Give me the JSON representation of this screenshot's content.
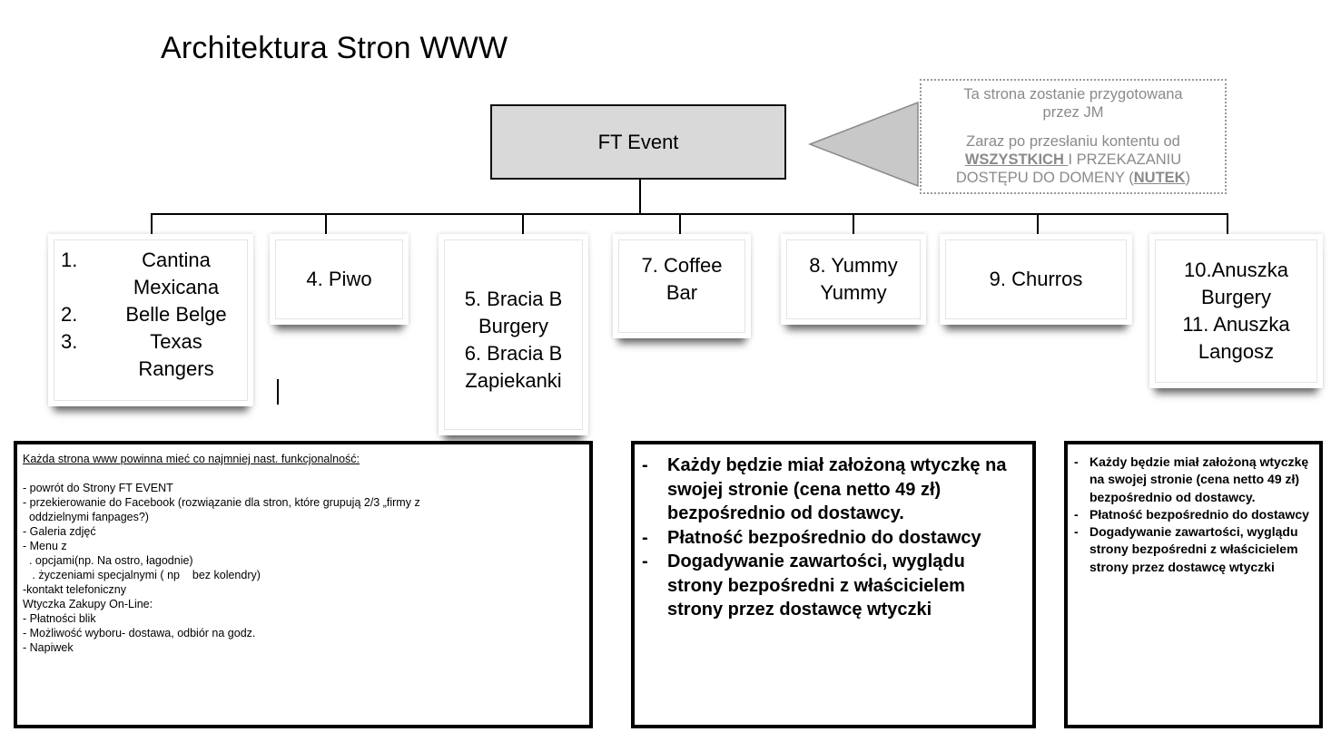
{
  "title": "Architektura Stron WWW",
  "root": {
    "label": "FT Event"
  },
  "note": {
    "line1": "Ta strona zostanie przygotowana",
    "line2": "przez JM",
    "line3": "Zaraz po przesłaniu kontentu od",
    "bold1": "WSZYSTKICH ",
    "line4": "I PRZEKAZANIU",
    "line5_pre": "DOSTĘPU DO DOMENY (",
    "bold2": "NUTEK",
    "line5_post": ")"
  },
  "nodes": {
    "group1": [
      {
        "num": "1.",
        "lines": [
          "Cantina",
          "Mexicana"
        ]
      },
      {
        "num": "2.",
        "lines": [
          "Belle Belge"
        ]
      },
      {
        "num": "3.",
        "lines": [
          "Texas",
          "Rangers"
        ]
      }
    ],
    "piwo": "4. Piwo",
    "bracia": [
      "5. Bracia B",
      "Burgery",
      "6. Bracia B",
      "Zapiekanki"
    ],
    "coffee": [
      "7. Coffee",
      "Bar"
    ],
    "yummy": [
      "8. Yummy",
      "Yummy"
    ],
    "churros": "9. Churros",
    "anuszka": [
      "10.Anuszka",
      "Burgery",
      "11. Anuszka",
      "Langosz"
    ]
  },
  "info1": {
    "heading": "Każda strona www powinna mieć co  najmniej nast. funkcjonalność:",
    "lines": [
      "- powrót do Strony FT EVENT",
      "- przekierowanie do Facebook (rozwiązanie dla stron, które grupują 2/3 „firmy z",
      "  oddzielnymi fanpages?)",
      "- Galeria zdjęć",
      "- Menu z",
      "  . opcjami(np. Na ostro, łagodnie)",
      "   . życzeniami specjalnymi ( np    bez kolendry)",
      "-kontakt telefoniczny",
      "Wtyczka Zakupy On-Line:",
      "- Płatności blik",
      "- Możliwość wyboru- dostawa, odbiór na godz.",
      "- Napiwek"
    ]
  },
  "info2": {
    "items": [
      "Każdy będzie miał założoną wtyczkę na swojej stronie (cena netto 49 zł) bezpośrednio od dostawcy.",
      "Płatność bezpośrednio do dostawcy",
      "Dogadywanie zawartości, wyglądu strony bezpośredni z właścicielem strony przez dostawcę wtyczki"
    ]
  },
  "info3": {
    "items": [
      "Każdy będzie miał założoną wtyczkę na swojej stronie (cena netto 49 zł) bezpośrednio od dostawcy.",
      "Płatność bezpośrednio do dostawcy",
      "Dogadywanie zawartości, wyglądu strony bezpośredni z właścicielem strony przez dostawcę wtyczki"
    ]
  }
}
